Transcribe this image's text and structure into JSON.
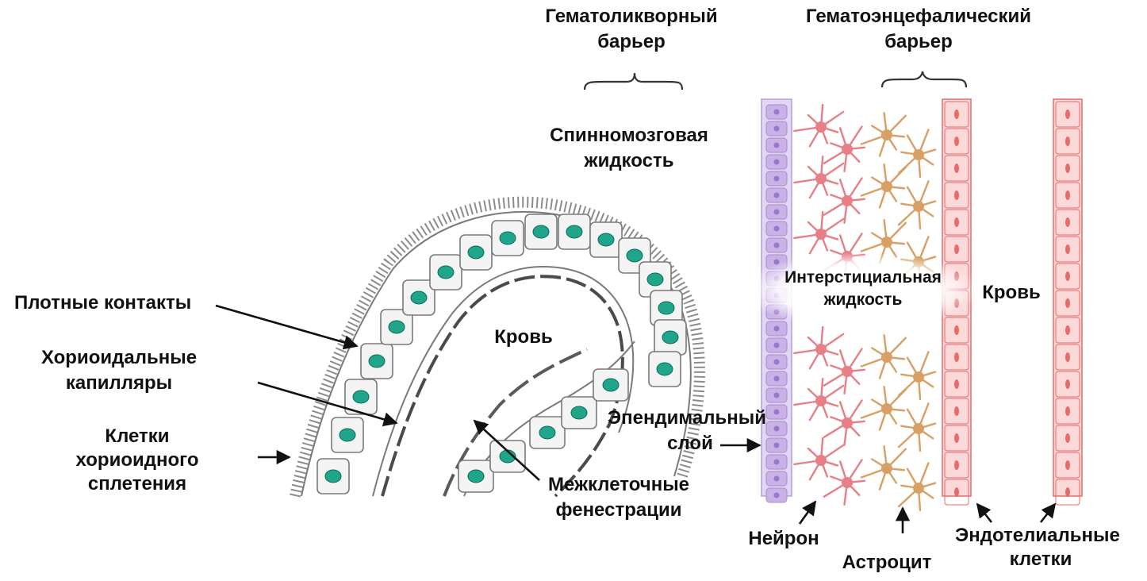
{
  "labels": {
    "csf_barrier_1": "Гематоликворный",
    "csf_barrier_2": "барьер",
    "bbb_1": "Гематоэнцефалический",
    "bbb_2": "барьер",
    "csf_1": "Спинномозговая",
    "csf_2": "жидкость",
    "interstitial_1": "Интерстициальная",
    "interstitial_2": "жидкость",
    "blood_right": "Кровь",
    "blood_left": "Кровь",
    "tight_junctions": "Плотные контакты",
    "choroid_cap_1": "Хориоидальные",
    "choroid_cap_2": "капилляры",
    "plexus_cells_1": "Клетки",
    "plexus_cells_2": "хориоидного",
    "plexus_cells_3": "сплетения",
    "ependymal_1": "Эпендимальный",
    "ependymal_2": "слой",
    "fenestrations_1": "Межклеточные",
    "fenestrations_2": "фенестрации",
    "neuron": "Нейрон",
    "astrocyte": "Астроцит",
    "endothelial_1": "Эндотелиальные",
    "endothelial_2": "клетки"
  },
  "colors": {
    "nucleus": "#1fa58a",
    "cell_outline": "#7a7a7a",
    "capillary_wall": "#9a9a9a",
    "ependymal": "#c9b3e6",
    "ependymal_nucleus": "#9b76c9",
    "neuron": "#e77f86",
    "astrocyte": "#d9a066",
    "endothelium": "#f4a3a3",
    "endothelium_line": "#e46c6c"
  },
  "icons": {
    "cell": "epithelial-cell-icon",
    "neuron": "neuron-icon",
    "astrocyte": "astrocyte-icon"
  }
}
